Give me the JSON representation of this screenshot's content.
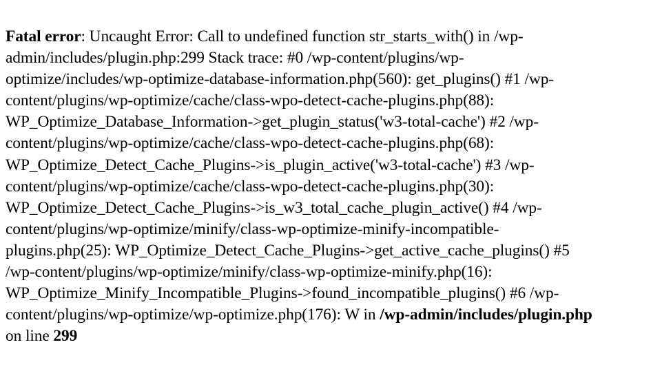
{
  "error": {
    "label": "Fatal error",
    "colon": ": ",
    "lines": [
      "Uncaught Error: Call to undefined function str_starts_with() in /wp-",
      "admin/includes/plugin.php:299 Stack trace: #0 /wp-content/plugins/wp-",
      "optimize/includes/wp-optimize-database-information.php(560): get_plugins() #1 /wp-",
      "content/plugins/wp-optimize/cache/class-wpo-detect-cache-plugins.php(88):",
      "WP_Optimize_Database_Information->get_plugin_status('w3-total-cache') #2 /wp-",
      "content/plugins/wp-optimize/cache/class-wpo-detect-cache-plugins.php(68):",
      "WP_Optimize_Detect_Cache_Plugins->is_plugin_active('w3-total-cache') #3 /wp-",
      "content/plugins/wp-optimize/cache/class-wpo-detect-cache-plugins.php(30):",
      "WP_Optimize_Detect_Cache_Plugins->is_w3_total_cache_plugin_active() #4 /wp-",
      "content/plugins/wp-optimize/minify/class-wp-optimize-minify-incompatible-",
      "plugins.php(25): WP_Optimize_Detect_Cache_Plugins->get_active_cache_plugins() #5",
      "/wp-content/plugins/wp-optimize/minify/class-wp-optimize-minify.php(16):",
      "WP_Optimize_Minify_Incompatible_Plugins->found_incompatible_plugins() #6 /wp-",
      "content/plugins/wp-optimize/wp-optimize.php(176): W in "
    ],
    "file": "/wp-admin/includes/plugin.php",
    "on_line_text": "on line ",
    "line_number": "299"
  }
}
